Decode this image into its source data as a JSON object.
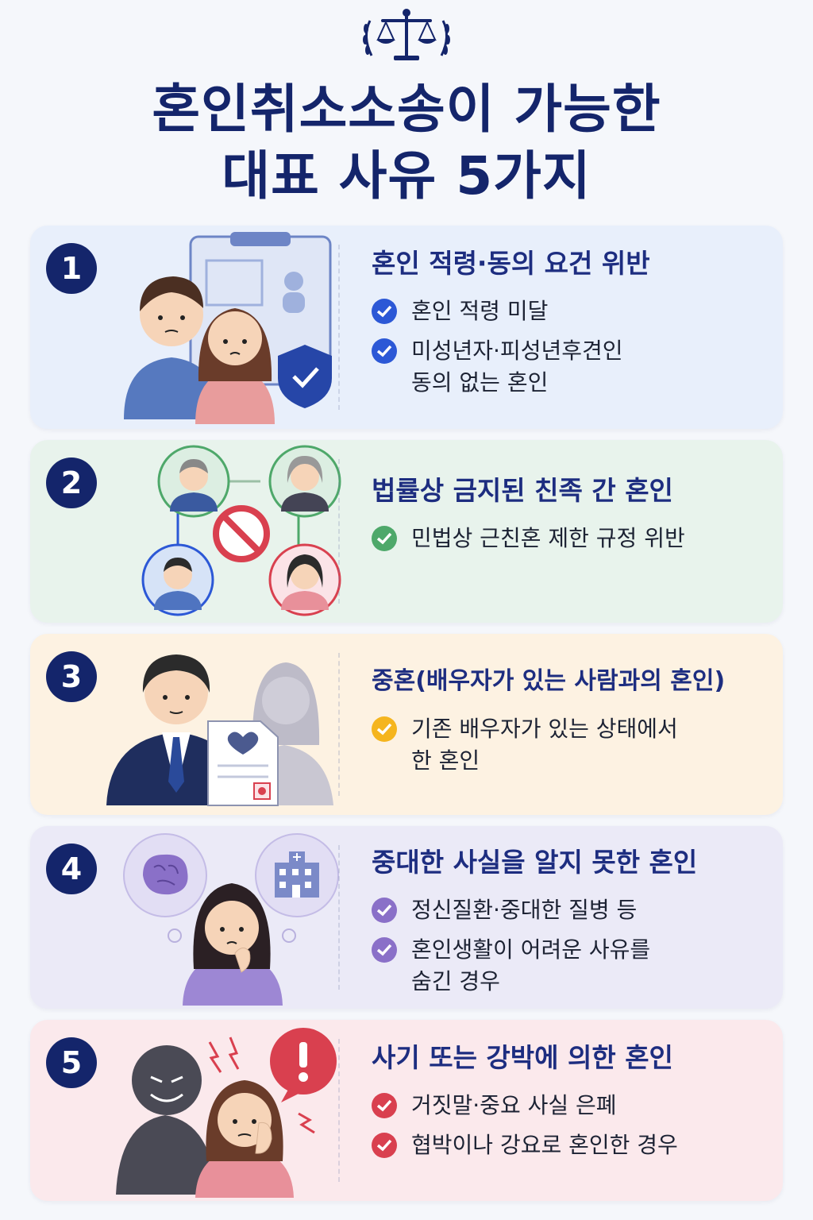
{
  "title_line1": "혼인취소소송이 가능한",
  "title_line2": "대표 사유 5가지",
  "colors": {
    "navy": "#14256b",
    "blue": "#2c58d6",
    "green": "#4ea86a",
    "yellow": "#f5b51e",
    "purple": "#8a70c8",
    "red": "#d9404f"
  },
  "cards": [
    {
      "number": "1",
      "title": "혼인 적령·동의 요건 위반",
      "check_color": "blue",
      "items": [
        [
          "혼인 적령 미달"
        ],
        [
          "미성년자·피성년후견인",
          "동의 없는 혼인"
        ]
      ]
    },
    {
      "number": "2",
      "title": "법률상 금지된 친족 간 혼인",
      "check_color": "green",
      "items": [
        [
          "민법상 근친혼 제한 규정 위반"
        ]
      ]
    },
    {
      "number": "3",
      "title": "중혼(배우자가 있는 사람과의 혼인)",
      "check_color": "yellow",
      "items": [
        [
          "기존 배우자가 있는 상태에서",
          "한 혼인"
        ]
      ]
    },
    {
      "number": "4",
      "title": "중대한 사실을 알지 못한 혼인",
      "check_color": "purple",
      "items": [
        [
          "정신질환·중대한 질병 등"
        ],
        [
          "혼인생활이 어려운 사유를",
          "숨긴 경우"
        ]
      ]
    },
    {
      "number": "5",
      "title": "사기 또는 강박에 의한 혼인",
      "check_color": "red",
      "items": [
        [
          "거짓말·중요 사실 은폐"
        ],
        [
          "협박이나 강요로 혼인한 경우"
        ]
      ]
    }
  ]
}
